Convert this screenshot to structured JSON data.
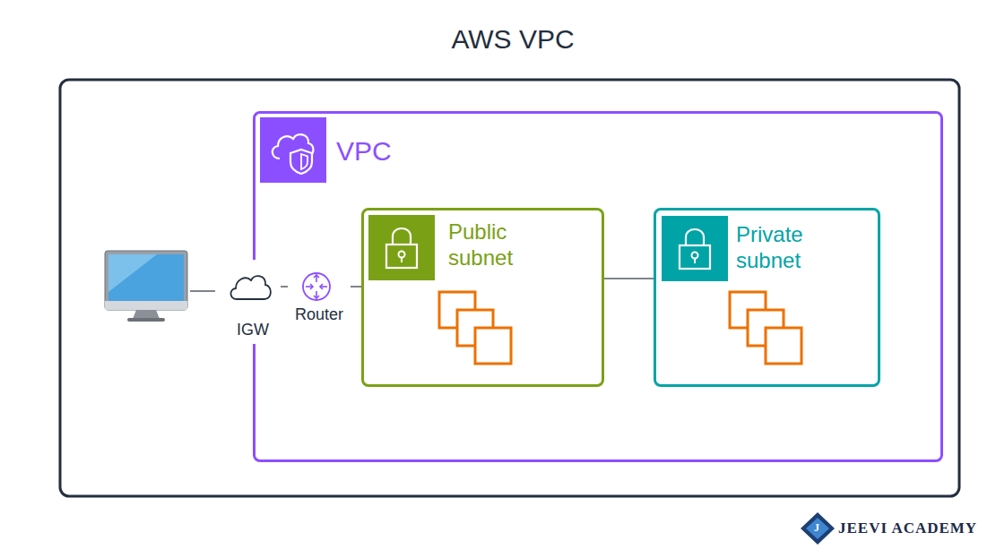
{
  "diagram": {
    "title": "AWS VPC",
    "nodes": [
      {
        "text": [
          "VPC"
        ]
      },
      {
        "text": [
          "IGW"
        ]
      },
      {
        "text": [
          "Router"
        ],
        "in": 0
      },
      {
        "text": [
          "Public subnet"
        ],
        "in": 0
      },
      {
        "text": [
          "Private subnet"
        ],
        "in": 0
      }
    ],
    "edges": [
      {
        "from": 1,
        "to": 2,
        "arrow": "none"
      },
      {
        "from": 2,
        "to": 3,
        "arrow": "none"
      },
      {
        "from": 3,
        "to": 4,
        "arrow": "none"
      }
    ],
    "labels": [
      "JEEVI ACADEMY",
      "J"
    ]
  }
}
